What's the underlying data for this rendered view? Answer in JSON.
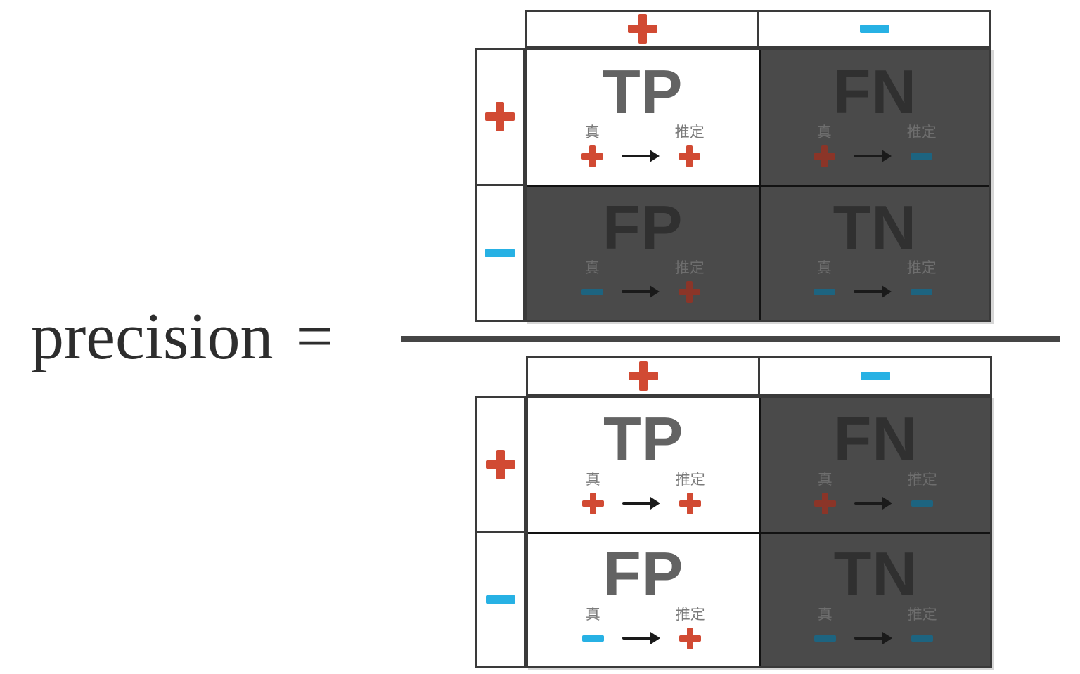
{
  "formula": {
    "lhs": "precision",
    "equals": "="
  },
  "legend": {
    "true_label": "真",
    "predicted_label": "推定"
  },
  "colors": {
    "positive": "#d14a33",
    "negative": "#27b1e4",
    "positive_muted": "#8b3528",
    "negative_muted": "#1d6480",
    "cell_dark_background": "#4a4a4a",
    "border": "#3a3a3a",
    "fraction_bar": "#454545"
  },
  "matrices": {
    "numerator": {
      "col_headers": [
        {
          "symbol": "plus",
          "color": "positive"
        },
        {
          "symbol": "minus",
          "color": "negative"
        }
      ],
      "row_headers": [
        {
          "symbol": "plus",
          "color": "positive"
        },
        {
          "symbol": "minus",
          "color": "negative"
        }
      ],
      "cells": [
        {
          "label": "TP",
          "state": "highlighted",
          "true": {
            "symbol": "plus",
            "color": "positive"
          },
          "predicted": {
            "symbol": "plus",
            "color": "positive"
          }
        },
        {
          "label": "FN",
          "state": "dimmed",
          "true": {
            "symbol": "plus",
            "color": "positive_muted"
          },
          "predicted": {
            "symbol": "minus",
            "color": "negative_muted"
          }
        },
        {
          "label": "FP",
          "state": "dimmed",
          "true": {
            "symbol": "minus",
            "color": "negative_muted"
          },
          "predicted": {
            "symbol": "plus",
            "color": "positive_muted"
          }
        },
        {
          "label": "TN",
          "state": "dimmed",
          "true": {
            "symbol": "minus",
            "color": "negative_muted"
          },
          "predicted": {
            "symbol": "minus",
            "color": "negative_muted"
          }
        }
      ]
    },
    "denominator": {
      "col_headers": [
        {
          "symbol": "plus",
          "color": "positive"
        },
        {
          "symbol": "minus",
          "color": "negative"
        }
      ],
      "row_headers": [
        {
          "symbol": "plus",
          "color": "positive"
        },
        {
          "symbol": "minus",
          "color": "negative"
        }
      ],
      "cells": [
        {
          "label": "TP",
          "state": "highlighted",
          "true": {
            "symbol": "plus",
            "color": "positive"
          },
          "predicted": {
            "symbol": "plus",
            "color": "positive"
          }
        },
        {
          "label": "FN",
          "state": "dimmed",
          "true": {
            "symbol": "plus",
            "color": "positive_muted"
          },
          "predicted": {
            "symbol": "minus",
            "color": "negative_muted"
          }
        },
        {
          "label": "FP",
          "state": "highlighted",
          "true": {
            "symbol": "minus",
            "color": "negative"
          },
          "predicted": {
            "symbol": "plus",
            "color": "positive"
          }
        },
        {
          "label": "TN",
          "state": "dimmed",
          "true": {
            "symbol": "minus",
            "color": "negative_muted"
          },
          "predicted": {
            "symbol": "minus",
            "color": "negative_muted"
          }
        }
      ]
    }
  }
}
